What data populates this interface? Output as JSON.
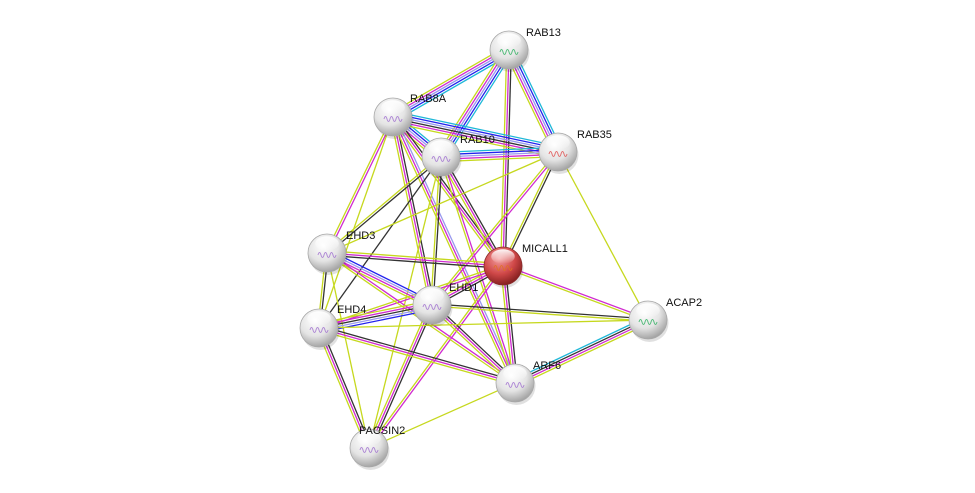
{
  "network": {
    "type": "protein-interaction-network",
    "evidence_colors": {
      "textmining": "#c6d81e",
      "coexpression": "#333333",
      "experiments": "#d02bd0",
      "databases": "#1fb8d8",
      "cooccurrence": "#2222ee",
      "homology": "#9999ee"
    },
    "nodes": [
      {
        "id": "RAB13",
        "label": "RAB13",
        "color": "#e0e0e0",
        "query": false
      },
      {
        "id": "RAB8A",
        "label": "RAB8A",
        "color": "#e0e0e0",
        "query": false
      },
      {
        "id": "RAB10",
        "label": "RAB10",
        "color": "#e0e0e0",
        "query": false
      },
      {
        "id": "RAB35",
        "label": "RAB35",
        "color": "#e0e0e0",
        "query": false
      },
      {
        "id": "MICALL1",
        "label": "MICALL1",
        "color": "#d84a4a",
        "query": true
      },
      {
        "id": "EHD3",
        "label": "EHD3",
        "color": "#e0e0e0",
        "query": false
      },
      {
        "id": "EHD1",
        "label": "EHD1",
        "color": "#e0e0e0",
        "query": false
      },
      {
        "id": "EHD4",
        "label": "EHD4",
        "color": "#e0e0e0",
        "query": false
      },
      {
        "id": "ACAP2",
        "label": "ACAP2",
        "color": "#e0e0e0",
        "query": false
      },
      {
        "id": "ARF6",
        "label": "ARF6",
        "color": "#e0e0e0",
        "query": false
      },
      {
        "id": "PACSIN2",
        "label": "PACSIN2",
        "color": "#e0e0e0",
        "query": false
      }
    ],
    "edges": [
      {
        "source": "RAB13",
        "target": "RAB8A",
        "evidence": [
          "databases",
          "cooccurrence",
          "homology",
          "experiments",
          "textmining"
        ]
      },
      {
        "source": "RAB13",
        "target": "RAB10",
        "evidence": [
          "databases",
          "cooccurrence",
          "homology",
          "experiments",
          "textmining"
        ]
      },
      {
        "source": "RAB13",
        "target": "RAB35",
        "evidence": [
          "databases",
          "cooccurrence",
          "homology",
          "experiments",
          "textmining"
        ]
      },
      {
        "source": "RAB13",
        "target": "MICALL1",
        "evidence": [
          "coexpression",
          "experiments",
          "textmining"
        ]
      },
      {
        "source": "RAB8A",
        "target": "RAB10",
        "evidence": [
          "databases",
          "cooccurrence",
          "homology",
          "experiments",
          "textmining"
        ]
      },
      {
        "source": "RAB8A",
        "target": "RAB35",
        "evidence": [
          "databases",
          "cooccurrence",
          "homology",
          "coexpression",
          "experiments",
          "textmining"
        ]
      },
      {
        "source": "RAB8A",
        "target": "MICALL1",
        "evidence": [
          "coexpression",
          "experiments",
          "textmining"
        ]
      },
      {
        "source": "RAB8A",
        "target": "EHD3",
        "evidence": [
          "experiments",
          "textmining"
        ]
      },
      {
        "source": "RAB8A",
        "target": "EHD1",
        "evidence": [
          "coexpression",
          "experiments",
          "textmining"
        ]
      },
      {
        "source": "RAB8A",
        "target": "EHD4",
        "evidence": [
          "textmining"
        ]
      },
      {
        "source": "RAB8A",
        "target": "ARF6",
        "evidence": [
          "homology",
          "experiments",
          "textmining"
        ]
      },
      {
        "source": "RAB10",
        "target": "RAB35",
        "evidence": [
          "databases",
          "cooccurrence",
          "homology",
          "experiments",
          "textmining"
        ]
      },
      {
        "source": "RAB10",
        "target": "MICALL1",
        "evidence": [
          "coexpression",
          "experiments",
          "textmining"
        ]
      },
      {
        "source": "RAB10",
        "target": "EHD3",
        "evidence": [
          "coexpression",
          "textmining"
        ]
      },
      {
        "source": "RAB10",
        "target": "EHD1",
        "evidence": [
          "coexpression",
          "textmining"
        ]
      },
      {
        "source": "RAB10",
        "target": "EHD4",
        "evidence": [
          "coexpression"
        ]
      },
      {
        "source": "RAB10",
        "target": "ARF6",
        "evidence": [
          "experiments",
          "textmining"
        ]
      },
      {
        "source": "RAB10",
        "target": "PACSIN2",
        "evidence": [
          "textmining"
        ]
      },
      {
        "source": "RAB35",
        "target": "MICALL1",
        "evidence": [
          "coexpression",
          "textmining"
        ]
      },
      {
        "source": "RAB35",
        "target": "EHD3",
        "evidence": [
          "textmining"
        ]
      },
      {
        "source": "RAB35",
        "target": "EHD1",
        "evidence": [
          "experiments",
          "textmining"
        ]
      },
      {
        "source": "RAB35",
        "target": "ACAP2",
        "evidence": [
          "textmining"
        ]
      },
      {
        "source": "MICALL1",
        "target": "EHD3",
        "evidence": [
          "coexpression",
          "experiments",
          "textmining"
        ]
      },
      {
        "source": "MICALL1",
        "target": "EHD1",
        "evidence": [
          "coexpression",
          "experiments",
          "textmining"
        ]
      },
      {
        "source": "MICALL1",
        "target": "EHD4",
        "evidence": [
          "experiments",
          "textmining"
        ]
      },
      {
        "source": "MICALL1",
        "target": "ACAP2",
        "evidence": [
          "experiments",
          "textmining"
        ]
      },
      {
        "source": "MICALL1",
        "target": "ARF6",
        "evidence": [
          "coexpression",
          "experiments",
          "textmining"
        ]
      },
      {
        "source": "MICALL1",
        "target": "PACSIN2",
        "evidence": [
          "experiments",
          "textmining"
        ]
      },
      {
        "source": "EHD3",
        "target": "EHD1",
        "evidence": [
          "cooccurrence",
          "homology",
          "experiments",
          "textmining"
        ]
      },
      {
        "source": "EHD3",
        "target": "EHD4",
        "evidence": [
          "coexpression",
          "textmining"
        ]
      },
      {
        "source": "EHD3",
        "target": "ARF6",
        "evidence": [
          "experiments",
          "textmining"
        ]
      },
      {
        "source": "EHD3",
        "target": "PACSIN2",
        "evidence": [
          "textmining"
        ]
      },
      {
        "source": "EHD1",
        "target": "EHD4",
        "evidence": [
          "cooccurrence",
          "homology",
          "coexpression",
          "experiments",
          "textmining"
        ]
      },
      {
        "source": "EHD1",
        "target": "ACAP2",
        "evidence": [
          "coexpression",
          "textmining"
        ]
      },
      {
        "source": "EHD1",
        "target": "ARF6",
        "evidence": [
          "coexpression",
          "experiments",
          "textmining"
        ]
      },
      {
        "source": "EHD1",
        "target": "PACSIN2",
        "evidence": [
          "coexpression",
          "experiments",
          "textmining"
        ]
      },
      {
        "source": "EHD4",
        "target": "ARF6",
        "evidence": [
          "coexpression",
          "experiments",
          "textmining"
        ]
      },
      {
        "source": "EHD4",
        "target": "PACSIN2",
        "evidence": [
          "coexpression",
          "experiments",
          "textmining"
        ]
      },
      {
        "source": "EHD4",
        "target": "ACAP2",
        "evidence": [
          "textmining"
        ]
      },
      {
        "source": "ARF6",
        "target": "ACAP2",
        "evidence": [
          "databases",
          "coexpression",
          "experiments",
          "textmining"
        ]
      },
      {
        "source": "ARF6",
        "target": "PACSIN2",
        "evidence": [
          "textmining"
        ]
      }
    ]
  }
}
